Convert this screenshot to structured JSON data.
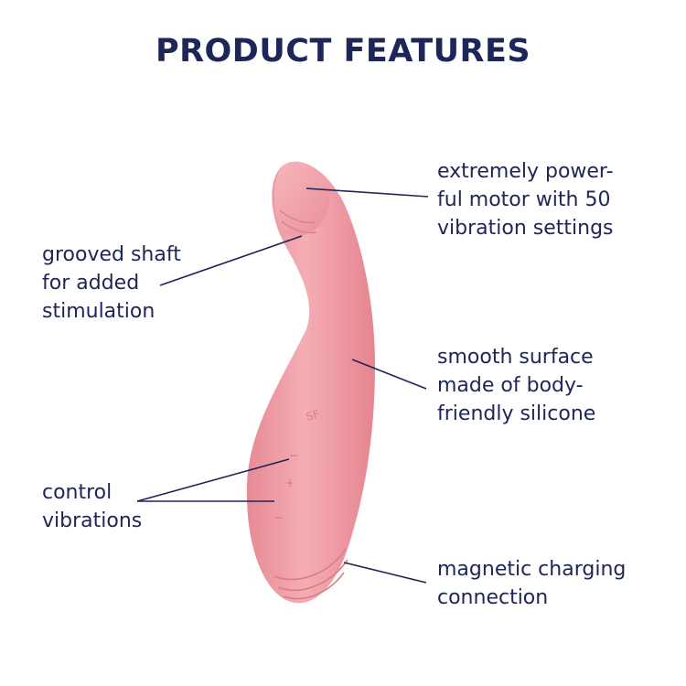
{
  "title": "PRODUCT FEATURES",
  "features": {
    "motor": [
      "extremely power-",
      "ful motor with 50",
      "vibration settings"
    ],
    "grooved": [
      "grooved shaft",
      "for added",
      "stimulation"
    ],
    "surface": [
      "smooth surface",
      "made of body-",
      "friendly silicone"
    ],
    "control": [
      "control",
      "vibrations"
    ],
    "charging": [
      "magnetic charging",
      "connection"
    ]
  },
  "colors": {
    "text": "#1e2558",
    "product": "#f0a2aa",
    "line": "#1e2558"
  }
}
